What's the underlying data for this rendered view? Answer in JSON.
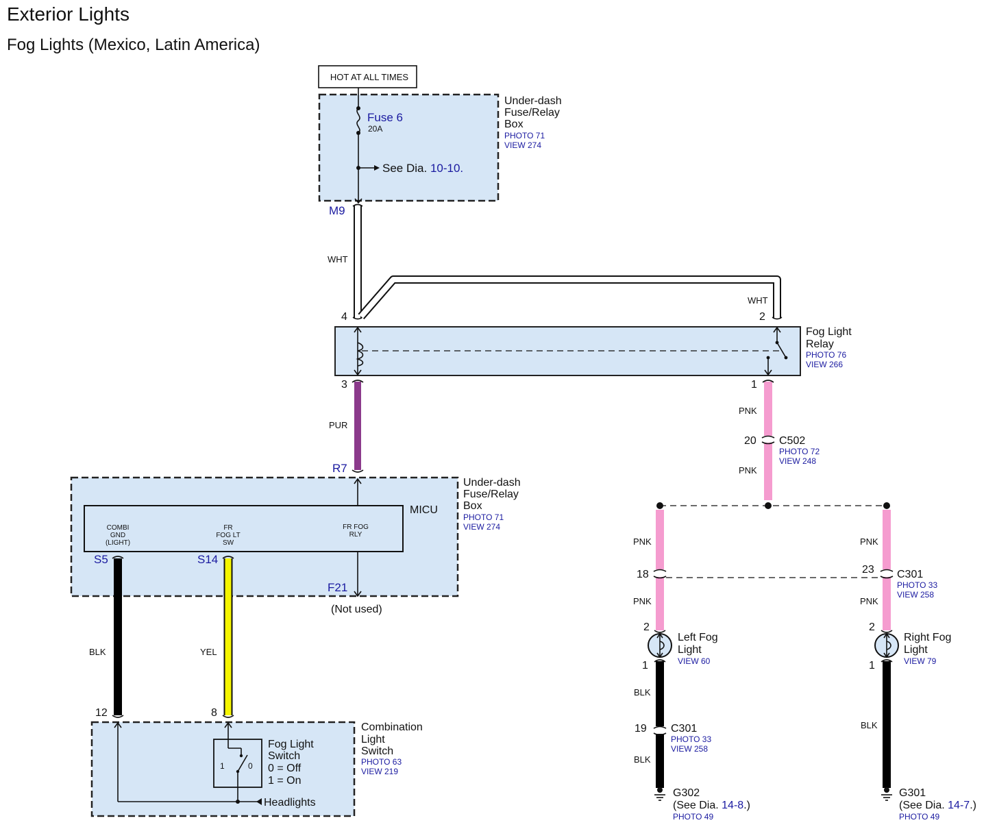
{
  "header": {
    "title": "Exterior Lights",
    "subtitle": "Fog Lights (Mexico, Latin America)"
  },
  "power": {
    "hot_label": "HOT AT ALL TIMES"
  },
  "fuse_box_top": {
    "name_lines": [
      "Under-dash",
      "Fuse/Relay",
      "Box"
    ],
    "photo": "PHOTO 71",
    "view": "VIEW 274",
    "fuse_name": "Fuse 6",
    "fuse_rating": "20A",
    "see_text": "See Dia.",
    "see_ref": "10-10.",
    "out_connector": "M9"
  },
  "relay": {
    "name_lines": [
      "Fog Light",
      "Relay"
    ],
    "photo": "PHOTO 76",
    "view": "VIEW 266",
    "pins": {
      "p4": "4",
      "p2": "2",
      "p3": "3",
      "p1": "1"
    }
  },
  "micu_box": {
    "name_lines": [
      "Under-dash",
      "Fuse/Relay",
      "Box"
    ],
    "photo": "PHOTO 71",
    "view": "VIEW 274",
    "micu_label": "MICU",
    "in_connector": "R7",
    "terminals": [
      {
        "lines": [
          "COMBI",
          "GND",
          "(LIGHT)"
        ],
        "connector": "S5"
      },
      {
        "lines": [
          "FR",
          "FOG LT",
          "SW"
        ],
        "connector": "S14"
      },
      {
        "lines": [
          "FR FOG",
          "RLY"
        ],
        "connector": "F21"
      }
    ],
    "not_used": "(Not used)"
  },
  "combo_switch": {
    "name_lines": [
      "Combination",
      "Light",
      "Switch"
    ],
    "photo": "PHOTO 63",
    "view": "VIEW 219",
    "switch_lines": [
      "Fog Light",
      "Switch",
      "0 = Off",
      "1 = On"
    ],
    "pos1": "1",
    "pos0": "0",
    "headlights": "Headlights",
    "pins": {
      "p12": "12",
      "p8": "8"
    }
  },
  "wires": {
    "wht_main": "WHT",
    "wht_loop": "WHT",
    "pur": "PUR",
    "pnk_relay_1": "PNK",
    "pnk_relay_2": "PNK",
    "blk_combi": "BLK",
    "yel_switch": "YEL",
    "pnk_left_1": "PNK",
    "pnk_left_2": "PNK",
    "pnk_right_1": "PNK",
    "pnk_right_2": "PNK",
    "blk_left_1": "BLK",
    "blk_left_2": "BLK",
    "blk_right": "BLK",
    "colors": {
      "WHT": "#ffffff",
      "PUR": "#8b3a8b",
      "PNK": "#f59ccf",
      "BLK": "#000000",
      "YEL": "#f5f500"
    }
  },
  "c502": {
    "pin": "20",
    "name": "C502",
    "photo": "PHOTO 72",
    "view": "VIEW 248"
  },
  "c301_top": {
    "pin_left": "18",
    "pin_right": "23",
    "name": "C301",
    "photo": "PHOTO 33",
    "view": "VIEW 258"
  },
  "c301_bottom": {
    "pin": "19",
    "name": "C301",
    "photo": "PHOTO 33",
    "view": "VIEW 258"
  },
  "left_fog": {
    "name_lines": [
      "Left Fog",
      "Light"
    ],
    "view": "VIEW 60",
    "pin_top": "2",
    "pin_bottom": "1"
  },
  "right_fog": {
    "name_lines": [
      "Right Fog",
      "Light"
    ],
    "view": "VIEW 79",
    "pin_top": "2",
    "pin_bottom": "1"
  },
  "g302": {
    "name": "G302",
    "see_text": "(See Dia.",
    "see_ref": "14-8",
    "see_end": ".)",
    "photo": "PHOTO 49"
  },
  "g301": {
    "name": "G301",
    "see_text": "(See Dia.",
    "see_ref": "14-7",
    "see_end": ".)",
    "photo": "PHOTO 49"
  }
}
